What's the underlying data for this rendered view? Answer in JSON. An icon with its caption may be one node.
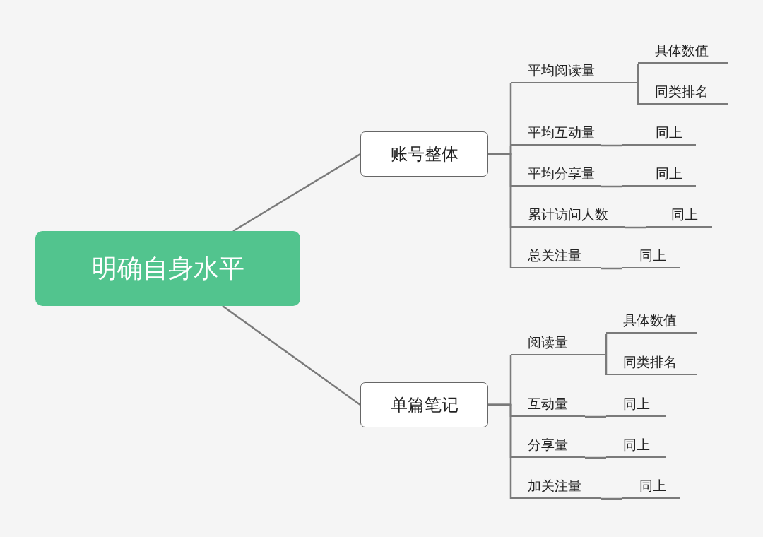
{
  "diagram": {
    "nodes": [
      {
        "text": [
          "明确自身水平"
        ]
      },
      {
        "text": [
          "账号整体"
        ]
      },
      {
        "text": [
          "平均阅读量"
        ]
      },
      {
        "text": [
          "具体数值"
        ]
      },
      {
        "text": [
          "同类排名"
        ]
      },
      {
        "text": [
          "平均互动量"
        ]
      },
      {
        "text": [
          "同上"
        ]
      },
      {
        "text": [
          "平均分享量"
        ]
      },
      {
        "text": [
          "同上"
        ]
      },
      {
        "text": [
          "累计访问人数"
        ]
      },
      {
        "text": [
          "同上"
        ]
      },
      {
        "text": [
          "总关注量"
        ]
      },
      {
        "text": [
          "同上"
        ]
      },
      {
        "text": [
          "单篇笔记"
        ]
      },
      {
        "text": [
          "阅读量"
        ]
      },
      {
        "text": [
          "具体数值"
        ]
      },
      {
        "text": [
          "同类排名"
        ]
      },
      {
        "text": [
          "互动量"
        ]
      },
      {
        "text": [
          "同上"
        ]
      },
      {
        "text": [
          "分享量"
        ]
      },
      {
        "text": [
          "同上"
        ]
      },
      {
        "text": [
          "加关注量"
        ]
      },
      {
        "text": [
          "同上"
        ]
      }
    ],
    "edges": [
      {
        "from": 0,
        "to": 1,
        "arrow": "none"
      },
      {
        "from": 0,
        "to": 13,
        "arrow": "none"
      },
      {
        "from": 1,
        "to": 2,
        "arrow": "none"
      },
      {
        "from": 1,
        "to": 5,
        "arrow": "none"
      },
      {
        "from": 1,
        "to": 7,
        "arrow": "none"
      },
      {
        "from": 1,
        "to": 9,
        "arrow": "none"
      },
      {
        "from": 1,
        "to": 11,
        "arrow": "none"
      },
      {
        "from": 2,
        "to": 3,
        "arrow": "none"
      },
      {
        "from": 2,
        "to": 4,
        "arrow": "none"
      },
      {
        "from": 5,
        "to": 6,
        "arrow": "none"
      },
      {
        "from": 7,
        "to": 8,
        "arrow": "none"
      },
      {
        "from": 9,
        "to": 10,
        "arrow": "none"
      },
      {
        "from": 11,
        "to": 12,
        "arrow": "none"
      },
      {
        "from": 13,
        "to": 14,
        "arrow": "none"
      },
      {
        "from": 13,
        "to": 17,
        "arrow": "none"
      },
      {
        "from": 13,
        "to": 19,
        "arrow": "none"
      },
      {
        "from": 13,
        "to": 21,
        "arrow": "none"
      },
      {
        "from": 14,
        "to": 15,
        "arrow": "none"
      },
      {
        "from": 14,
        "to": 16,
        "arrow": "none"
      },
      {
        "from": 17,
        "to": 18,
        "arrow": "none"
      },
      {
        "from": 19,
        "to": 20,
        "arrow": "none"
      },
      {
        "from": 21,
        "to": 22,
        "arrow": "none"
      }
    ]
  }
}
